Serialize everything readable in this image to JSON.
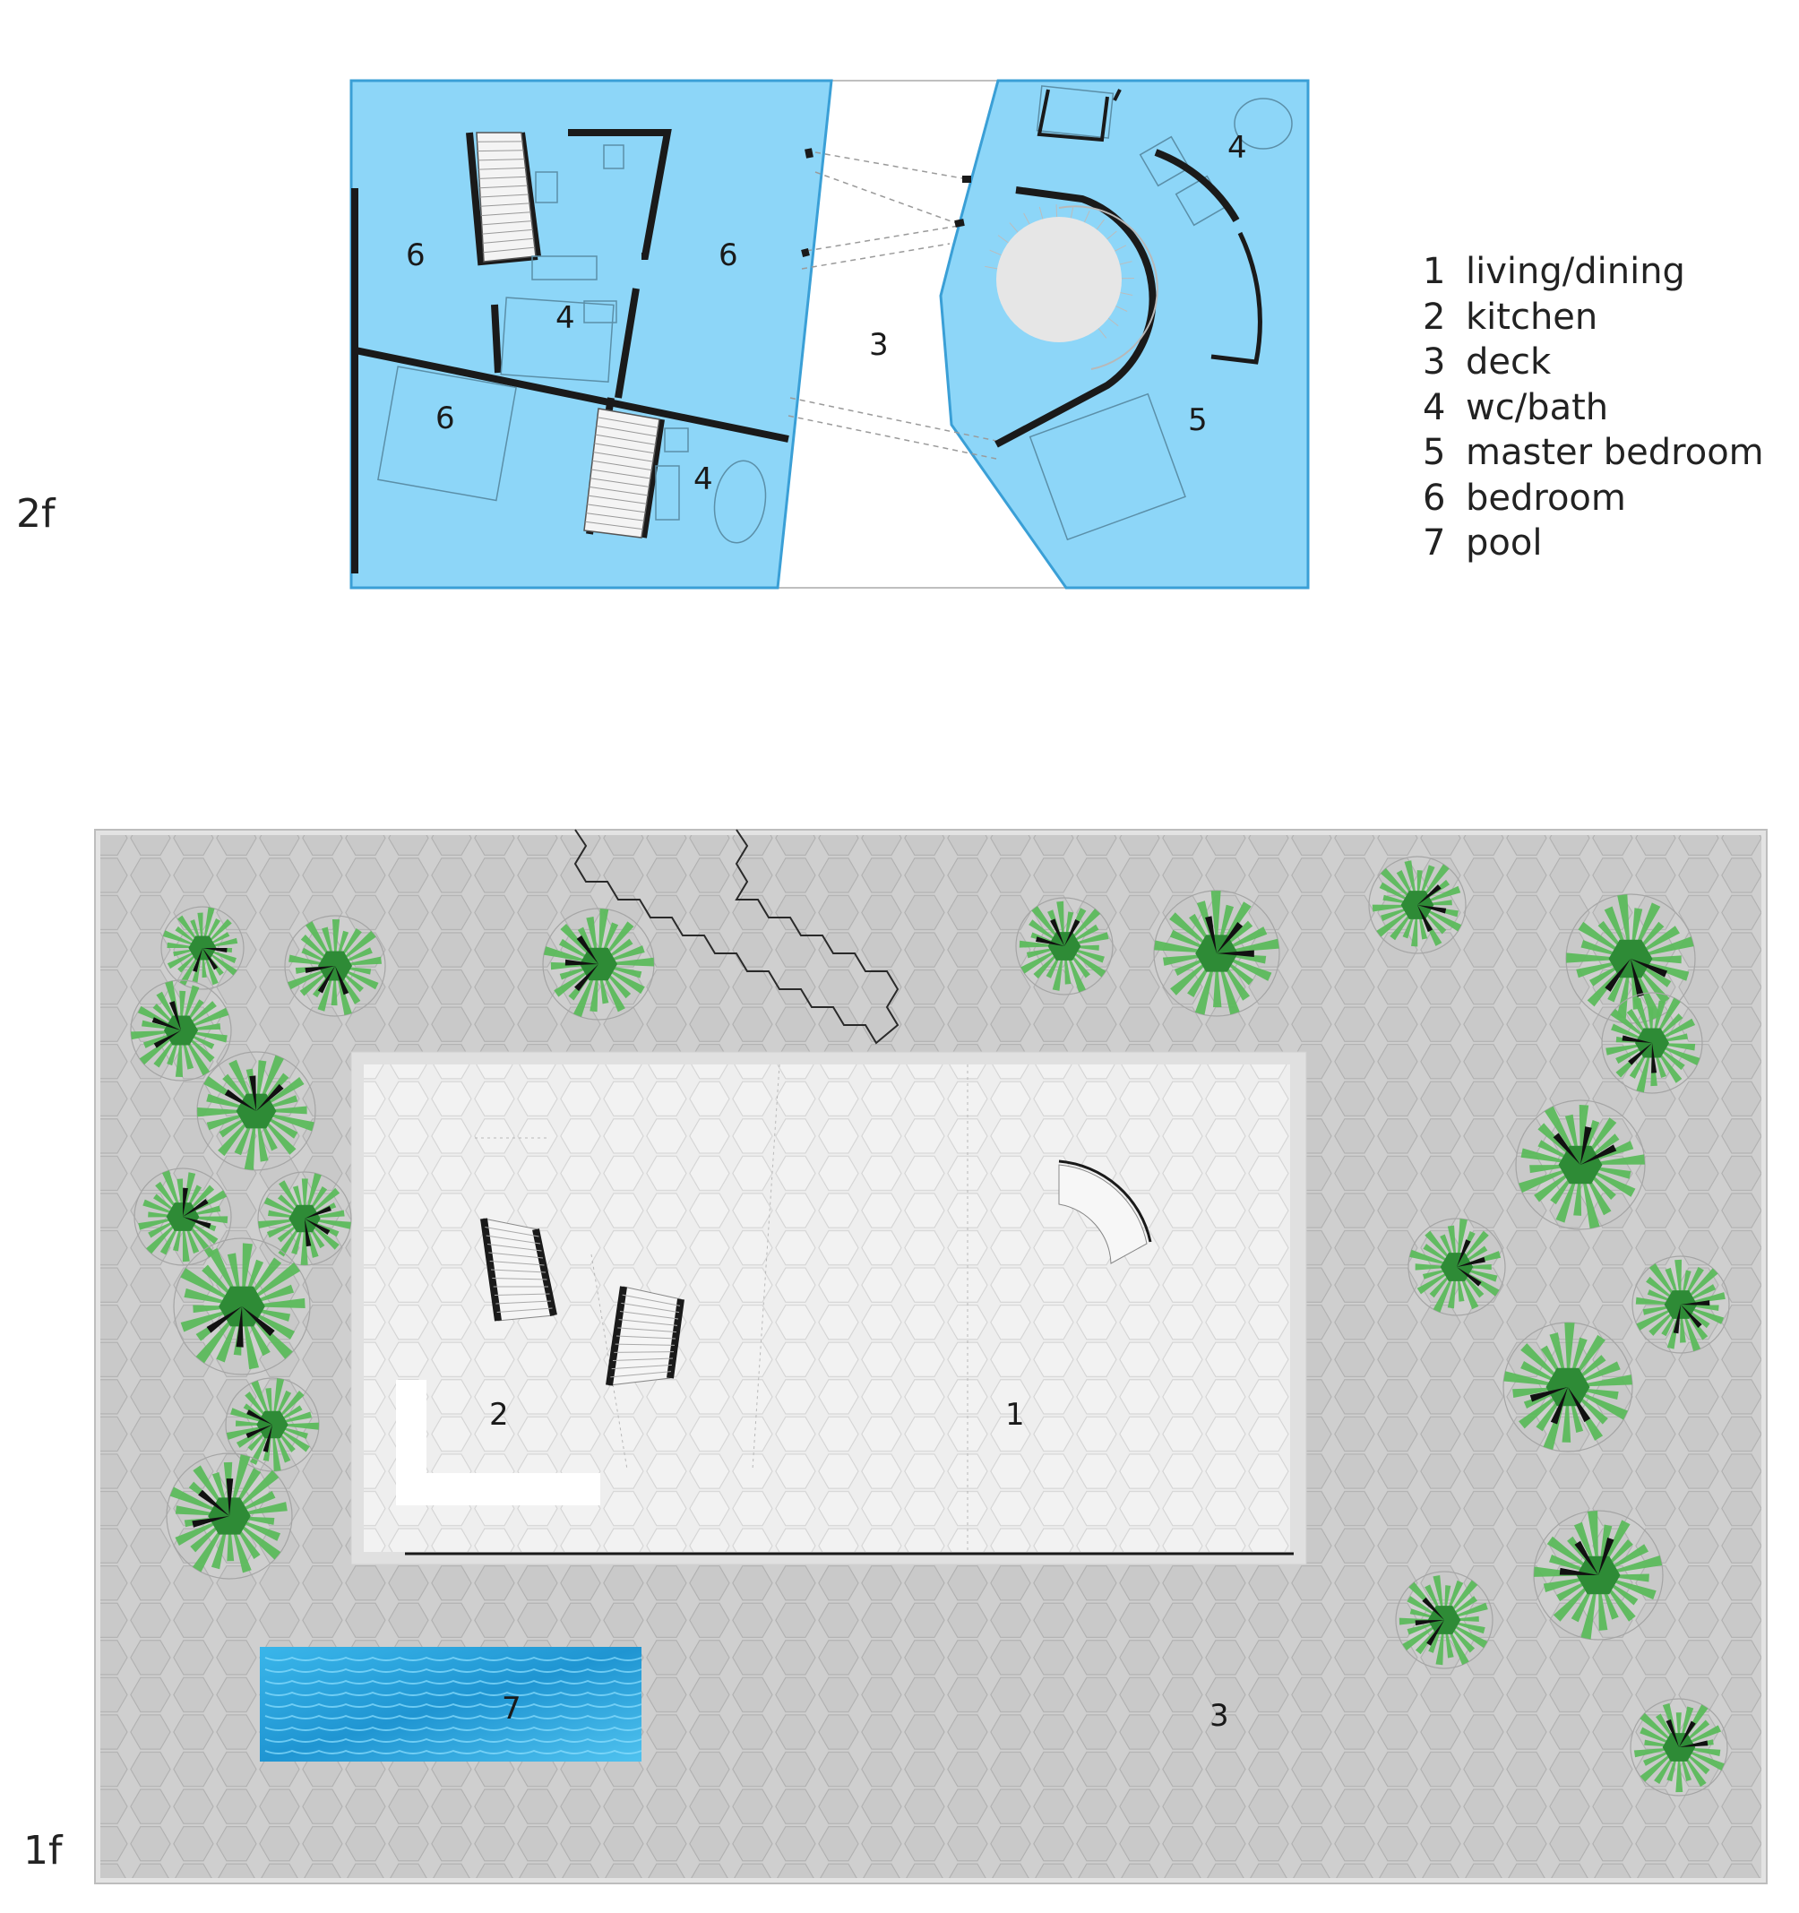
{
  "floors": {
    "upper": {
      "label": "2f",
      "rooms": [
        {
          "id": "bedroom-a",
          "number": "6"
        },
        {
          "id": "bedroom-b",
          "number": "6"
        },
        {
          "id": "bedroom-c",
          "number": "6"
        },
        {
          "id": "bath-a",
          "number": "4"
        },
        {
          "id": "bath-b",
          "number": "4"
        },
        {
          "id": "bath-c",
          "number": "4"
        },
        {
          "id": "deck",
          "number": "3"
        },
        {
          "id": "master",
          "number": "5"
        }
      ]
    },
    "ground": {
      "label": "1f",
      "rooms": [
        {
          "id": "kitchen",
          "number": "2"
        },
        {
          "id": "living",
          "number": "1"
        },
        {
          "id": "pool",
          "number": "7"
        },
        {
          "id": "deck",
          "number": "3"
        }
      ]
    }
  },
  "legend": [
    {
      "number": "1",
      "name": "living/dining"
    },
    {
      "number": "2",
      "name": "kitchen"
    },
    {
      "number": "3",
      "name": "deck"
    },
    {
      "number": "4",
      "name": "wc/bath"
    },
    {
      "number": "5",
      "name": "master bedroom"
    },
    {
      "number": "6",
      "name": "bedroom"
    },
    {
      "number": "7",
      "name": "pool"
    }
  ],
  "colors": {
    "interior_blue": "#8dd6f8",
    "blue_edge": "#3a9fd6",
    "wall": "#1a1a1a",
    "deck_gray": "#cfcfcf",
    "interior_light": "#ececec",
    "tree_light": "#5cbb5c",
    "tree_dark": "#2e8b36",
    "pool": "#2aa8e0"
  }
}
